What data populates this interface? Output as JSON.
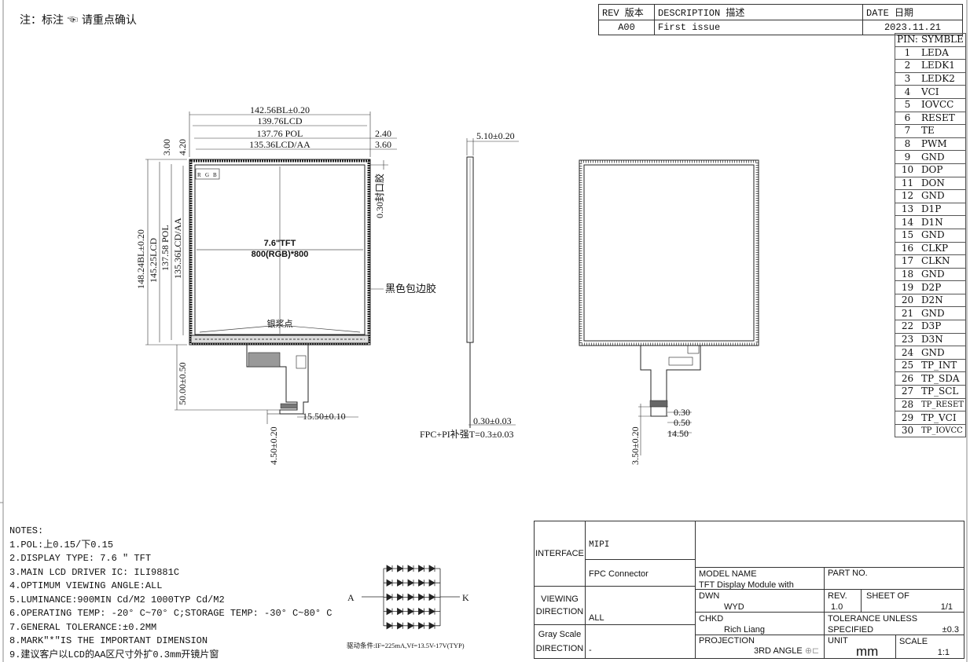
{
  "header_note": "注：标注 ☜ 请重点确认",
  "revision_table": {
    "headers": [
      "REV 版本",
      "DESCRIPTION 描述",
      "DATE 日期"
    ],
    "rows": [
      [
        "A00",
        "First issue",
        "2023.11.21"
      ]
    ]
  },
  "pin_table": {
    "header_pin": "PIN",
    "header_symbol": "SYMBLE",
    "pins": [
      [
        "1",
        "LEDA"
      ],
      [
        "2",
        "LEDK1"
      ],
      [
        "3",
        "LEDK2"
      ],
      [
        "4",
        "VCI"
      ],
      [
        "5",
        "IOVCC"
      ],
      [
        "6",
        "RESET"
      ],
      [
        "7",
        "TE"
      ],
      [
        "8",
        "PWM"
      ],
      [
        "9",
        "GND"
      ],
      [
        "10",
        "DOP"
      ],
      [
        "11",
        "DON"
      ],
      [
        "12",
        "GND"
      ],
      [
        "13",
        "D1P"
      ],
      [
        "14",
        "D1N"
      ],
      [
        "15",
        "GND"
      ],
      [
        "16",
        "CLKP"
      ],
      [
        "17",
        "CLKN"
      ],
      [
        "18",
        "GND"
      ],
      [
        "19",
        "D2P"
      ],
      [
        "20",
        "D2N"
      ],
      [
        "21",
        "GND"
      ],
      [
        "22",
        "D3P"
      ],
      [
        "23",
        "D3N"
      ],
      [
        "24",
        "GND"
      ],
      [
        "25",
        "TP_INT"
      ],
      [
        "26",
        "TP_SDA"
      ],
      [
        "27",
        "TP_SCL"
      ],
      [
        "28",
        "TP_RESET"
      ],
      [
        "29",
        "TP_VCI"
      ],
      [
        "30",
        "TP_IOVCC"
      ]
    ]
  },
  "front_view": {
    "dim_top": [
      "142.56BL±0.20",
      "139.76LCD",
      "137.76 POL",
      "135.36LCD/AA"
    ],
    "dim_right_top": [
      "2.40",
      "3.60"
    ],
    "dim_left_top": [
      "3.00",
      "4.20"
    ],
    "dim_left": [
      "148.24BL±0.20",
      "145.25LCD",
      "137.58 POL",
      "135.36LCD/AA"
    ],
    "seal_label": "0.30封口胶",
    "panel_title": "7.6\"TFT",
    "panel_res": "800(RGB)*800",
    "rgb_marks": [
      "R",
      "G",
      "B"
    ],
    "black_tape_label": "黑色包边胶",
    "silver_dot_label": "银浆点",
    "fpc_dim_vertical": "50.00±0.50",
    "fpc_dim_width": "15.50±0.10",
    "fpc_dim_bottom": "4.50±0.20"
  },
  "side_view": {
    "thickness": "5.10±0.20",
    "fpc_thickness": "0.30±0.03",
    "fpc_note": "FPC+PI补强T=0.3±0.03"
  },
  "back_view": {
    "dim_a": "0.30",
    "dim_b": "0.50",
    "dim_c": "14.50",
    "dim_vertical": "3.50±0.20"
  },
  "notes": {
    "title": "NOTES:",
    "items": [
      "1.POL:上0.15/下0.15",
      "2.DISPLAY TYPE:  7.6 ″ TFT",
      "3.MAIN LCD DRIVER IC: ILI9881C",
      "4.OPTIMUM VIEWING ANGLE:ALL",
      "5.LUMINANCE:900MIN Cd/M2 1000TYP Cd/M2",
      "6.OPERATING TEMP: -20° C~70° C;STORAGE TEMP: -30° C~80° C",
      "7.GENERAL TOLERANCE:±0.2MM",
      "8.MARK\"*\"IS THE IMPORTANT DIMENSION",
      "9.建议客户以LCD的AA区尺寸外扩0.3mm开镜片窗"
    ]
  },
  "led_circuit": {
    "anode": "A",
    "cathode": "K",
    "condition": "驱动条件:IF=225mA,Vf=13.5V-17V(TYP)"
  },
  "title_block": {
    "interface_label": "INTERFACE",
    "interface_value": "MIPI",
    "connector_value": "FPC Connector",
    "viewing_label": "VIEWING DIRECTION",
    "viewing_value": "ALL",
    "grayscale_label": "Gray Scale DIRECTION",
    "grayscale_value": "-",
    "model_label": "MODEL NAME",
    "model_value": "TFT Display Module with",
    "part_label": "PART NO.",
    "dwn_label": "DWN",
    "dwn_value": "WYD",
    "rev_label": "REV.",
    "rev_value": "1.0",
    "sheet_label": "SHEET OF",
    "sheet_value": "1/1",
    "chkd_label": "CHKD",
    "chkd_value": "Rich Liang",
    "tolerance_label": "TOLERANCE UNLESS SPECIFIED",
    "tolerance_value": "±0.3",
    "projection_label": "PROJECTION",
    "projection_value": "3RD ANGLE",
    "unit_label": "UNIT",
    "unit_value": "mm",
    "scale_label": "SCALE",
    "scale_value": "1:1"
  }
}
